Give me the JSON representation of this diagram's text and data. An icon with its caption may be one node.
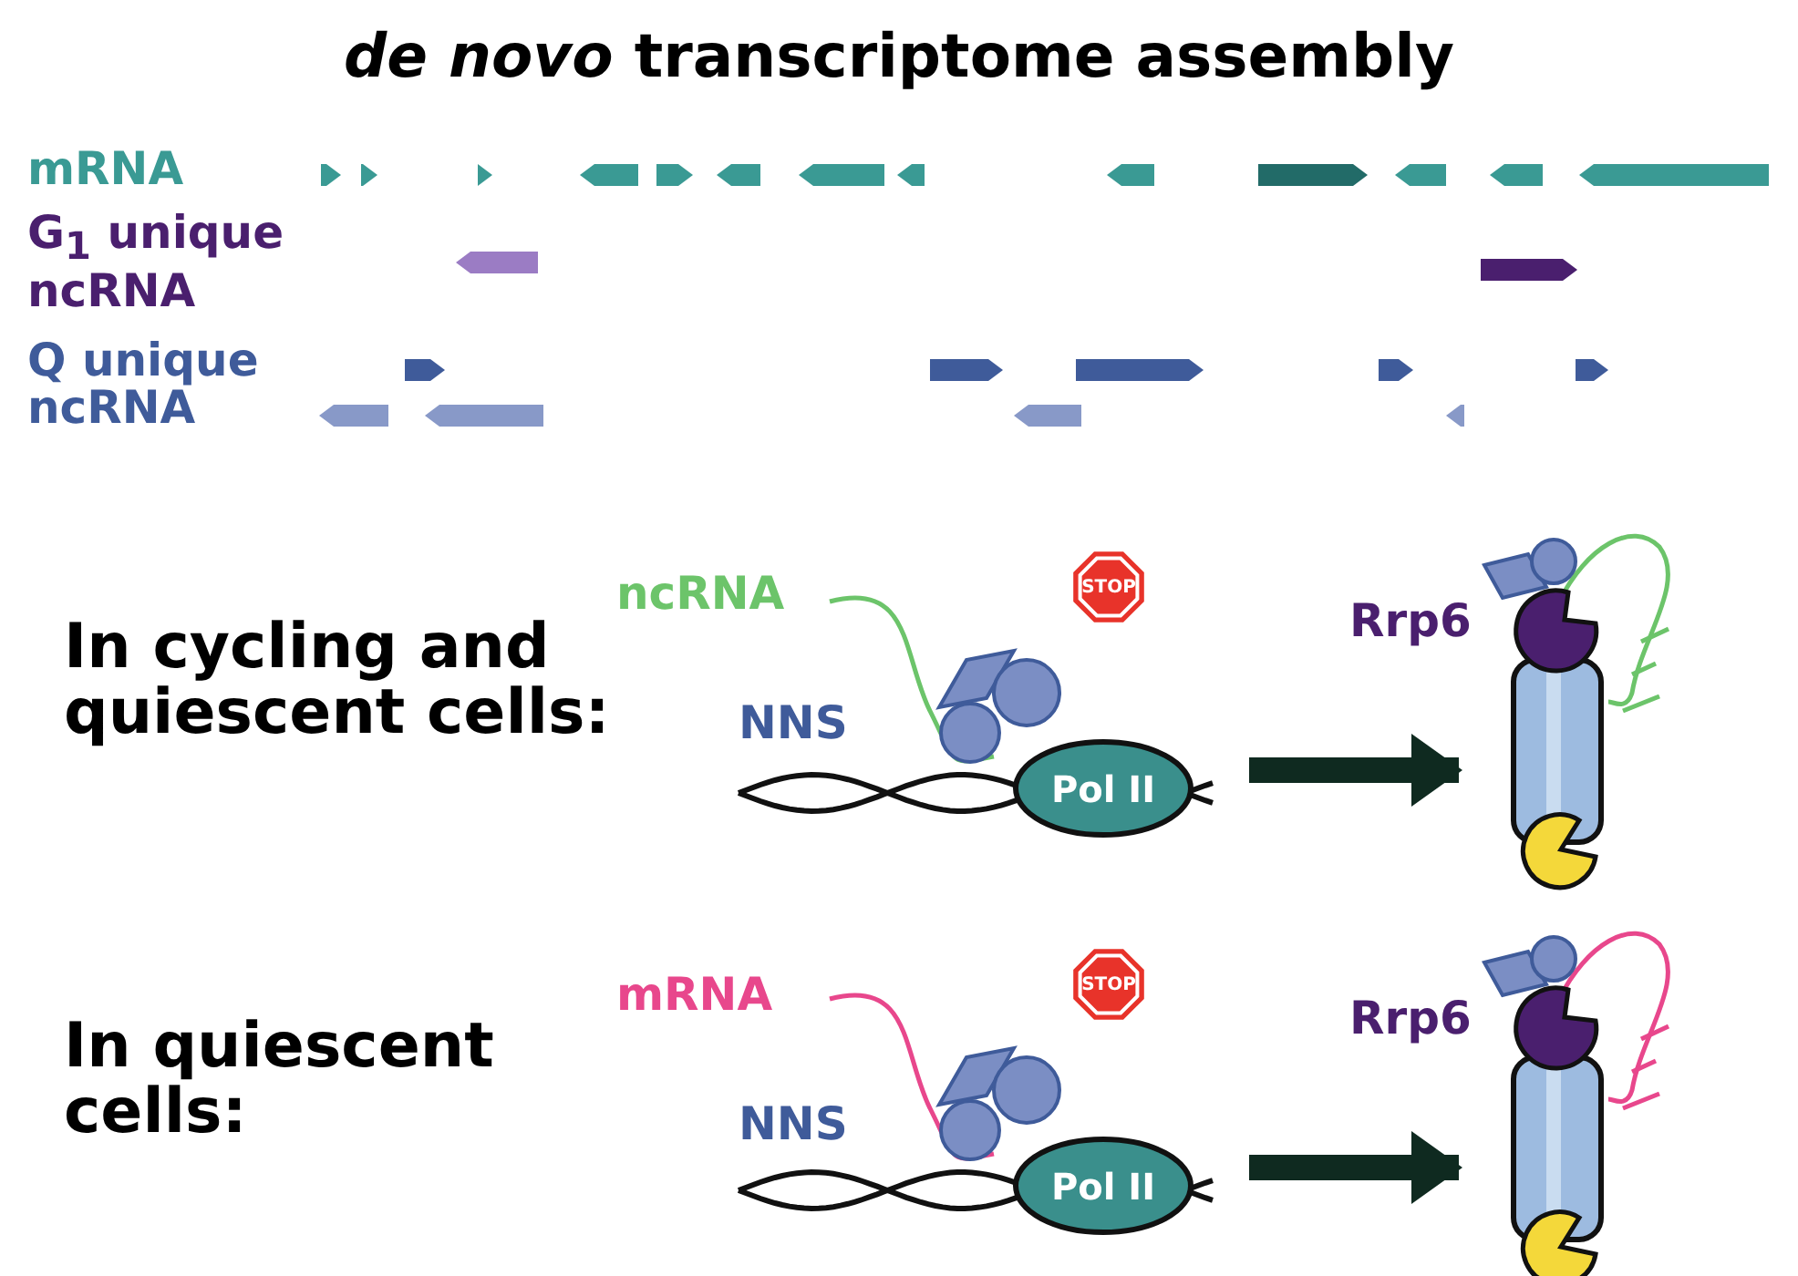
{
  "diagram": {
    "title": "*de novo* transcriptome assembly",
    "nodes": [
      {
        "text": [
          "Pol II"
        ]
      },
      {
        "text": [
          "STOP"
        ]
      },
      {
        "text": [],
        "shape": "picture",
        "beside": [
          "Rrp6"
        ]
      },
      {
        "text": [
          "Pol II"
        ]
      },
      {
        "text": [
          "STOP"
        ]
      },
      {
        "text": [],
        "shape": "picture",
        "beside": [
          "Rrp6"
        ]
      }
    ],
    "edges": [
      {
        "from": 0,
        "to": 2,
        "arrow": "to"
      },
      {
        "from": 3,
        "to": 5,
        "arrow": "to"
      }
    ],
    "labels": [
      "mRNA",
      "G$_{1}$ unique ncRNA",
      "Q unique ncRNA",
      "In cycling and quiescent cells:",
      "ncRNA",
      "NNS",
      "In quiescent cells:",
      "mRNA",
      "NNS"
    ]
  }
}
